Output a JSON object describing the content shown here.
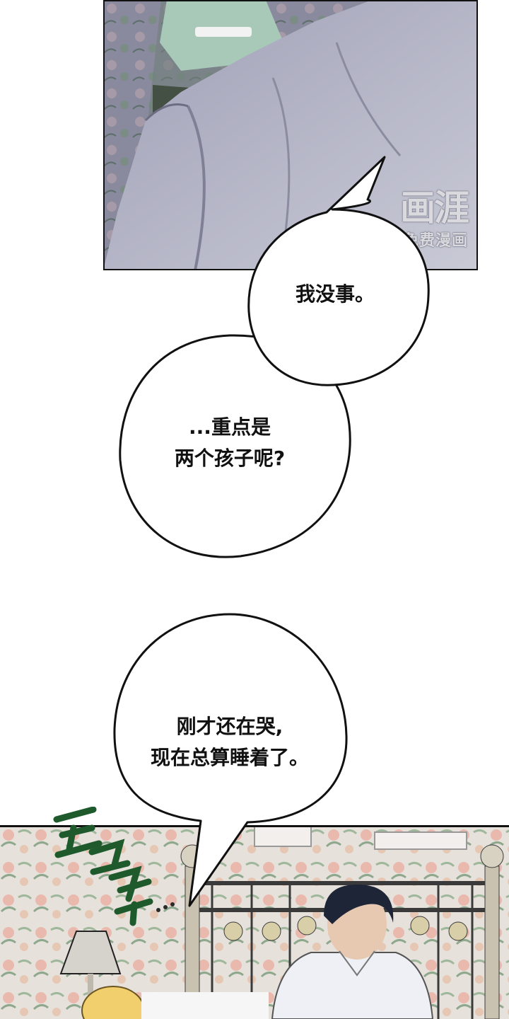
{
  "bubbles": [
    {
      "lines": [
        "我没事。"
      ]
    },
    {
      "lines": [
        "...重点是",
        "两个孩子呢?"
      ]
    },
    {
      "lines": [
        "刚才还在哭,",
        "现在总算睡着了。"
      ]
    }
  ],
  "watermark": {
    "main": "画涯",
    "sub": "免费漫画"
  },
  "sfx": {
    "text": "트르릇..."
  },
  "colors": {
    "panel_top_bg": "#6f6f88",
    "coat": "#b6b7c7",
    "dress": "#a8c8b8",
    "wallpaper": "#e7e1dc",
    "bubble_fill": "#ffffff",
    "bubble_stroke": "#111111",
    "sfx_green": "#2e6d3b"
  }
}
